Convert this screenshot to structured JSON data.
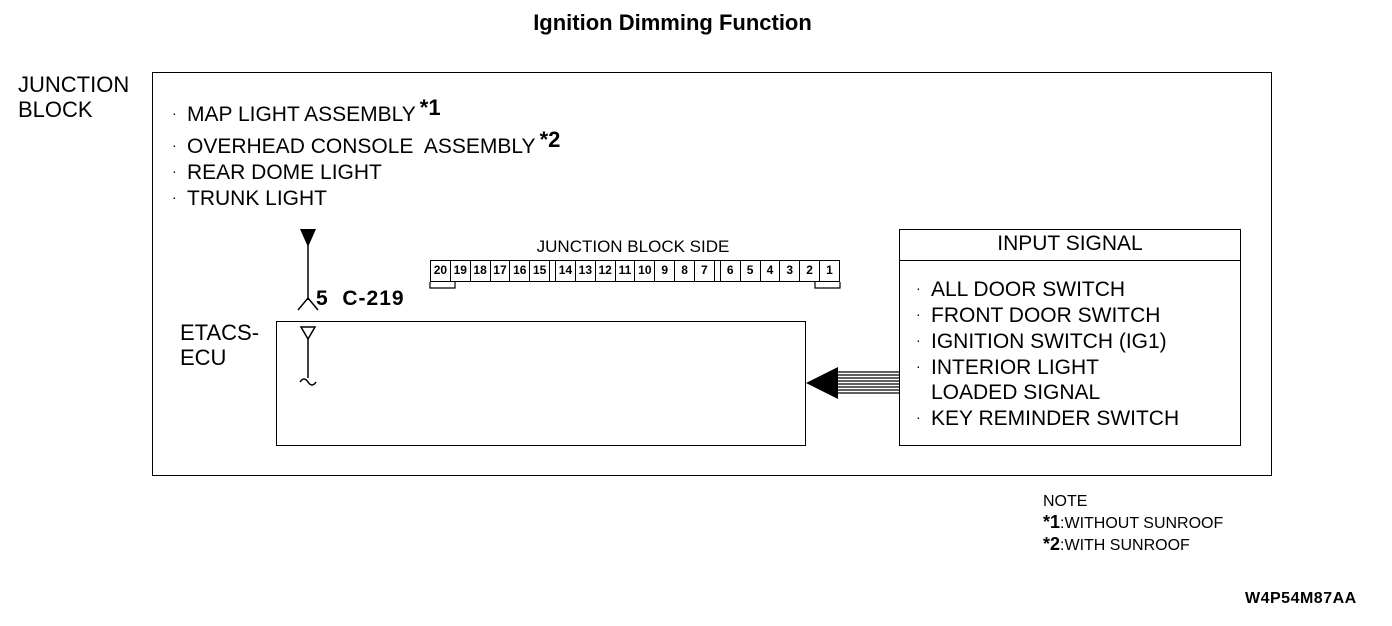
{
  "title": "Ignition Dimming Function",
  "junction_block": {
    "label_line1": "JUNCTION",
    "label_line2": "BLOCK",
    "outputs": [
      {
        "text": "MAP LIGHT ASSEMBLY",
        "note_mark": "*1"
      },
      {
        "text": "OVERHEAD CONSOLE  ASSEMBLY",
        "note_mark": "*2"
      },
      {
        "text": "REAR DOME LIGHT",
        "note_mark": ""
      },
      {
        "text": "TRUNK LIGHT",
        "note_mark": ""
      }
    ],
    "side_label": "JUNCTION BLOCK SIDE",
    "connector_pins": [
      "20",
      "19",
      "18",
      "17",
      "16",
      "15",
      "14",
      "13",
      "12",
      "11",
      "10",
      "9",
      "8",
      "7",
      "6",
      "5",
      "4",
      "3",
      "2",
      "1"
    ],
    "terminal": "5",
    "connector": "C-219"
  },
  "ecu": {
    "label_line1": "ETACS-",
    "label_line2": "ECU"
  },
  "input_signal": {
    "header": "INPUT SIGNAL",
    "items": [
      {
        "line1": "ALL DOOR SWITCH",
        "line2": ""
      },
      {
        "line1": "FRONT DOOR SWITCH",
        "line2": ""
      },
      {
        "line1": "IGNITION SWITCH (IG1)",
        "line2": ""
      },
      {
        "line1": "INTERIOR LIGHT",
        "line2": "LOADED SIGNAL"
      },
      {
        "line1": "KEY REMINDER SWITCH",
        "line2": ""
      }
    ]
  },
  "notes": {
    "heading": "NOTE",
    "items": [
      {
        "mark": "*1",
        "text": ":WITHOUT SUNROOF"
      },
      {
        "mark": "*2",
        "text": ":WITH SUNROOF"
      }
    ]
  },
  "figure_code": "W4P54M87AA",
  "bullet_char": "·"
}
